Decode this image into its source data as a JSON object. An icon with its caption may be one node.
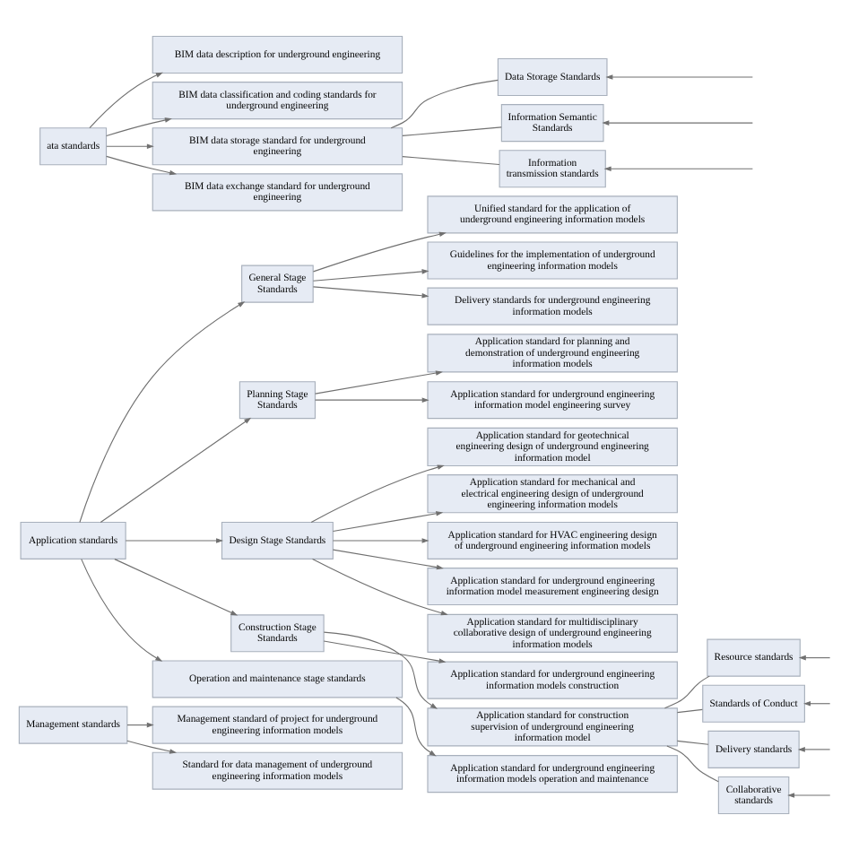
{
  "diagram": {
    "nodes": [
      {
        "text": [
          "ata standards"
        ]
      },
      {
        "text": [
          "BIM data description for underground engineering"
        ]
      },
      {
        "text": [
          "BIM data classification and coding standards for underground engineering"
        ]
      },
      {
        "text": [
          "BIM data storage standard for underground engineering"
        ]
      },
      {
        "text": [
          "BIM data exchange standard for underground engineering"
        ]
      },
      {
        "text": [
          "Data Storage Standards"
        ]
      },
      {
        "text": [
          "Information Semantic Standards"
        ]
      },
      {
        "text": [
          "Information transmission standards"
        ]
      },
      {
        "text": [
          "Application standards"
        ]
      },
      {
        "text": [
          "General Stage Standards"
        ]
      },
      {
        "text": [
          "Unified standard for the application of underground engineering information models"
        ]
      },
      {
        "text": [
          "Guidelines for the implementation of underground engineering information models"
        ]
      },
      {
        "text": [
          "Delivery standards for underground engineering information models"
        ]
      },
      {
        "text": [
          "Planning Stage Standards"
        ]
      },
      {
        "text": [
          "Application standard for planning and demonstration of underground engineering information models"
        ]
      },
      {
        "text": [
          "Application standard for underground engineering information model engineering survey"
        ]
      },
      {
        "text": [
          "Design Stage Standards"
        ]
      },
      {
        "text": [
          "Application standard for geotechnical engineering design of underground engineering information model"
        ]
      },
      {
        "text": [
          "Application standard for mechanical and electrical engineering design of underground engineering information models"
        ]
      },
      {
        "text": [
          "Application standard for HVAC engineering design of underground engineering information models"
        ]
      },
      {
        "text": [
          "Application standard for underground engineering information model measurement engineering design"
        ]
      },
      {
        "text": [
          "Application standard for multidisciplinary collaborative design of underground engineering information models"
        ]
      },
      {
        "text": [
          "Construction Stage Standards"
        ]
      },
      {
        "text": [
          "Application standard for underground engineering information models construction"
        ]
      },
      {
        "text": [
          "Application standard for construction supervision of underground engineering information model"
        ]
      },
      {
        "text": [
          "Operation and maintenance stage standards"
        ]
      },
      {
        "text": [
          "Application standard for underground engineering information models operation and maintenance"
        ]
      },
      {
        "text": [
          "Resource standards"
        ]
      },
      {
        "text": [
          "Standards of Conduct"
        ]
      },
      {
        "text": [
          "Delivery standards"
        ]
      },
      {
        "text": [
          "Collaborative standards"
        ]
      },
      {
        "text": [
          "Management standards"
        ]
      },
      {
        "text": [
          "Management standard of project for underground engineering information models"
        ]
      },
      {
        "text": [
          "Standard for data management of underground engineering information models"
        ]
      }
    ],
    "edges": [
      {
        "from": 0,
        "to": 1,
        "arrow": "to"
      },
      {
        "from": 0,
        "to": 2,
        "arrow": "to"
      },
      {
        "from": 0,
        "to": 3,
        "arrow": "to"
      },
      {
        "from": 0,
        "to": 4,
        "arrow": "to"
      },
      {
        "from": 3,
        "to": 5,
        "arrow": "none"
      },
      {
        "from": 3,
        "to": 6,
        "arrow": "none"
      },
      {
        "from": 3,
        "to": 7,
        "arrow": "none"
      },
      {
        "from": null,
        "to": 5,
        "arrow": "to"
      },
      {
        "from": null,
        "to": 6,
        "arrow": "to"
      },
      {
        "from": null,
        "to": 7,
        "arrow": "to"
      },
      {
        "from": 8,
        "to": 9,
        "arrow": "to"
      },
      {
        "from": 8,
        "to": 13,
        "arrow": "to"
      },
      {
        "from": 8,
        "to": 16,
        "arrow": "to"
      },
      {
        "from": 8,
        "to": 22,
        "arrow": "to"
      },
      {
        "from": 8,
        "to": 25,
        "arrow": "to"
      },
      {
        "from": 9,
        "to": 10,
        "arrow": "to"
      },
      {
        "from": 9,
        "to": 11,
        "arrow": "to"
      },
      {
        "from": 9,
        "to": 12,
        "arrow": "to"
      },
      {
        "from": 13,
        "to": 14,
        "arrow": "to"
      },
      {
        "from": 13,
        "to": 15,
        "arrow": "to"
      },
      {
        "from": 16,
        "to": 17,
        "arrow": "to"
      },
      {
        "from": 16,
        "to": 18,
        "arrow": "to"
      },
      {
        "from": 16,
        "to": 19,
        "arrow": "to"
      },
      {
        "from": 16,
        "to": 20,
        "arrow": "to"
      },
      {
        "from": 16,
        "to": 21,
        "arrow": "to"
      },
      {
        "from": 22,
        "to": 23,
        "arrow": "to"
      },
      {
        "from": 22,
        "to": 24,
        "arrow": "to"
      },
      {
        "from": 25,
        "to": 26,
        "arrow": "to"
      },
      {
        "from": 24,
        "to": 27,
        "arrow": "none"
      },
      {
        "from": 24,
        "to": 28,
        "arrow": "none"
      },
      {
        "from": 24,
        "to": 29,
        "arrow": "none"
      },
      {
        "from": 24,
        "to": 30,
        "arrow": "none"
      },
      {
        "from": null,
        "to": 27,
        "arrow": "to"
      },
      {
        "from": null,
        "to": 28,
        "arrow": "to"
      },
      {
        "from": null,
        "to": 29,
        "arrow": "to"
      },
      {
        "from": null,
        "to": 30,
        "arrow": "to"
      },
      {
        "from": 31,
        "to": 32,
        "arrow": "to"
      },
      {
        "from": 31,
        "to": 33,
        "arrow": "to"
      }
    ]
  }
}
